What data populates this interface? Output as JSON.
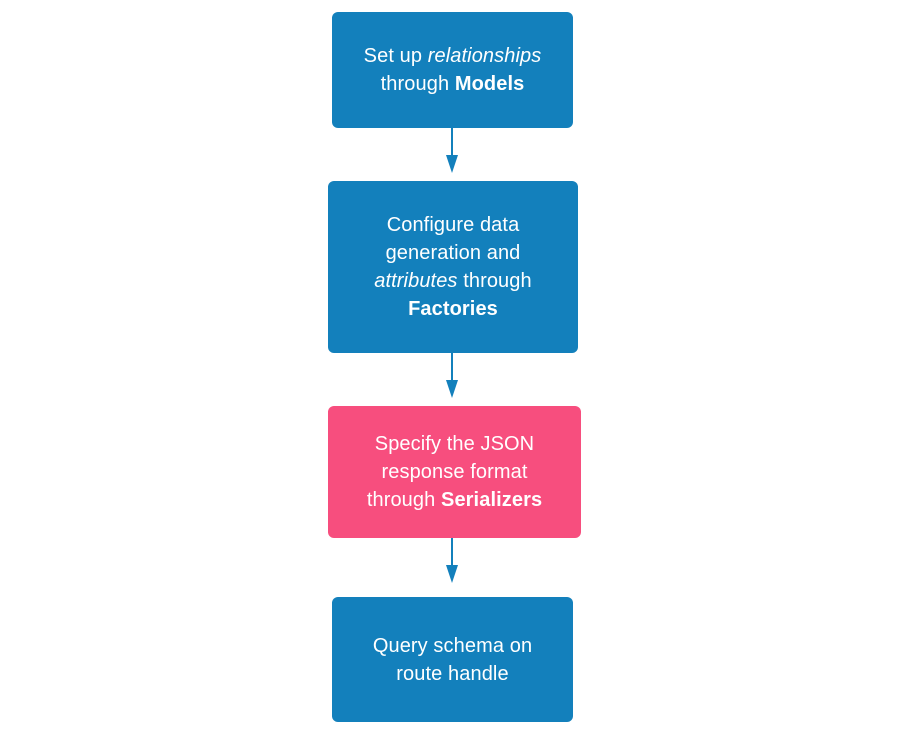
{
  "diagram": {
    "type": "flowchart",
    "orientation": "top-to-bottom",
    "background_color": "#ffffff",
    "colors": {
      "blue": "#1380BC",
      "pink": "#F74E7E",
      "connector": "#1380BC",
      "text": "#ffffff"
    },
    "nodes": [
      {
        "id": "models",
        "shape": "rounded-rectangle",
        "color": "#1380BC",
        "text_plain": "Set up relationships through Models",
        "text_html": "Set up <i>relationships</i>\nthrough <b>Models</b>",
        "emphasis": {
          "italic": [
            "relationships"
          ],
          "bold": [
            "Models"
          ]
        }
      },
      {
        "id": "factories",
        "shape": "rounded-rectangle",
        "color": "#1380BC",
        "text_plain": "Configure data generation and attributes through Factories",
        "text_html": "Configure data\ngeneration and\n<i>attributes</i> through\n<b>Factories</b>",
        "emphasis": {
          "italic": [
            "attributes"
          ],
          "bold": [
            "Factories"
          ]
        }
      },
      {
        "id": "serializers",
        "shape": "rounded-rectangle",
        "color": "#F74E7E",
        "text_plain": "Specify the JSON response format through Serializers",
        "text_html": "Specify the JSON\nresponse format\nthrough <b>Serializers</b>",
        "emphasis": {
          "italic": [],
          "bold": [
            "Serializers"
          ]
        }
      },
      {
        "id": "route",
        "shape": "rounded-rectangle",
        "color": "#1380BC",
        "text_plain": "Query schema on route handle",
        "text_html": "Query schema on\nroute handle",
        "emphasis": {
          "italic": [],
          "bold": []
        }
      }
    ],
    "edges": [
      {
        "id": "edge-models-factories",
        "from": "models",
        "to": "factories",
        "arrowhead": "filled-triangle",
        "label": ""
      },
      {
        "id": "edge-factories-serializers",
        "from": "factories",
        "to": "serializers",
        "arrowhead": "filled-triangle",
        "label": ""
      },
      {
        "id": "edge-serializers-route",
        "from": "serializers",
        "to": "route",
        "arrowhead": "filled-triangle",
        "label": ""
      }
    ]
  }
}
